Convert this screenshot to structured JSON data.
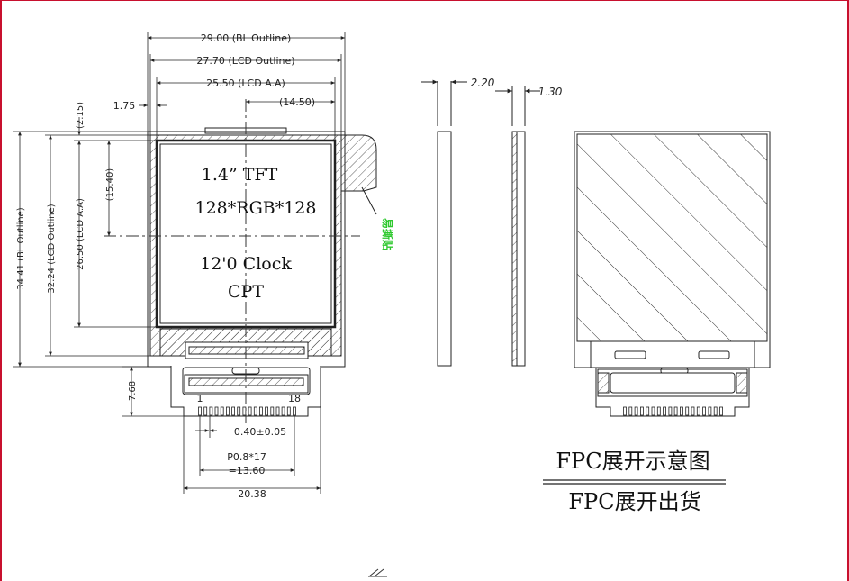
{
  "dimensions": {
    "bl_outline_width": "29.00 (BL Outline)",
    "lcd_outline_width": "27.70 (LCD Outline)",
    "lcd_aa_width": "25.50 (LCD A.A)",
    "offset_1_75": "1.75",
    "offset_14_50": "(14.50)",
    "offset_2_15": "(2.15)",
    "offset_15_40": "(15.40)",
    "bl_outline_height": "34.41 (BL Outline)",
    "lcd_outline_height": "32.24 (LCD Outline)",
    "lcd_aa_height": "26.50 (LCD A.A)",
    "fpc_length": "7.68",
    "thickness_bl": "2.20",
    "thickness_lcd": "1.30",
    "pin_width": "0.40±0.05",
    "pitch_line1": "P0.8*17",
    "pitch_line2": "=13.60",
    "fpc_width": "20.38"
  },
  "screen_labels": {
    "size": "1.4” TFT",
    "resolution": "128*RGB*128",
    "orientation": "12'0 Clock",
    "type": "CPT"
  },
  "pins": {
    "first": "1",
    "last": "18"
  },
  "easy_tear_label": "易撕贴",
  "captions": {
    "fpc_unfolded": "FPC展开示意图",
    "fpc_shipping": "FPC展开出货"
  },
  "colors": {
    "frame_border": "#c8102e",
    "easy_tear_text": "#2ec82e",
    "line": "#222222"
  }
}
